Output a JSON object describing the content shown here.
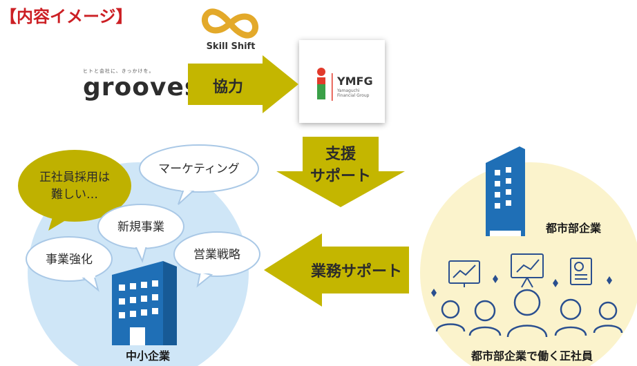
{
  "title": "【内容イメージ】",
  "partners": {
    "skill_shift": "Skill Shift",
    "grooves_tagline": "ヒトと会社に、きっかけを。",
    "grooves": "grooves",
    "ymfg": "YMFG",
    "ymfg_sub_1": "Yamaguchi",
    "ymfg_sub_2": "Financial Group"
  },
  "arrows": {
    "cooperation": "協力",
    "support_1": "支援",
    "support_2": "サポート",
    "business_support": "業務サポート"
  },
  "bubbles": {
    "hiring_1": "正社員採用は",
    "hiring_2": "難しい…",
    "marketing": "マーケティング",
    "new_business": "新規事業",
    "sales_strategy": "営業戦略",
    "business_strengthening": "事業強化"
  },
  "captions": {
    "sme": "中小企業",
    "urban_company": "都市部企業",
    "urban_employees": "都市部企業で働く正社員"
  },
  "colors": {
    "arrow": "#c4b600",
    "title": "#cc1f24",
    "sme_circle": "#cfe6f7",
    "urban_circle": "#fbf3cc",
    "building": "#1f6fb6",
    "speech_dark": "#bfb100",
    "speech_light_border": "#a9c8e6",
    "people": "#2a4f8f"
  }
}
